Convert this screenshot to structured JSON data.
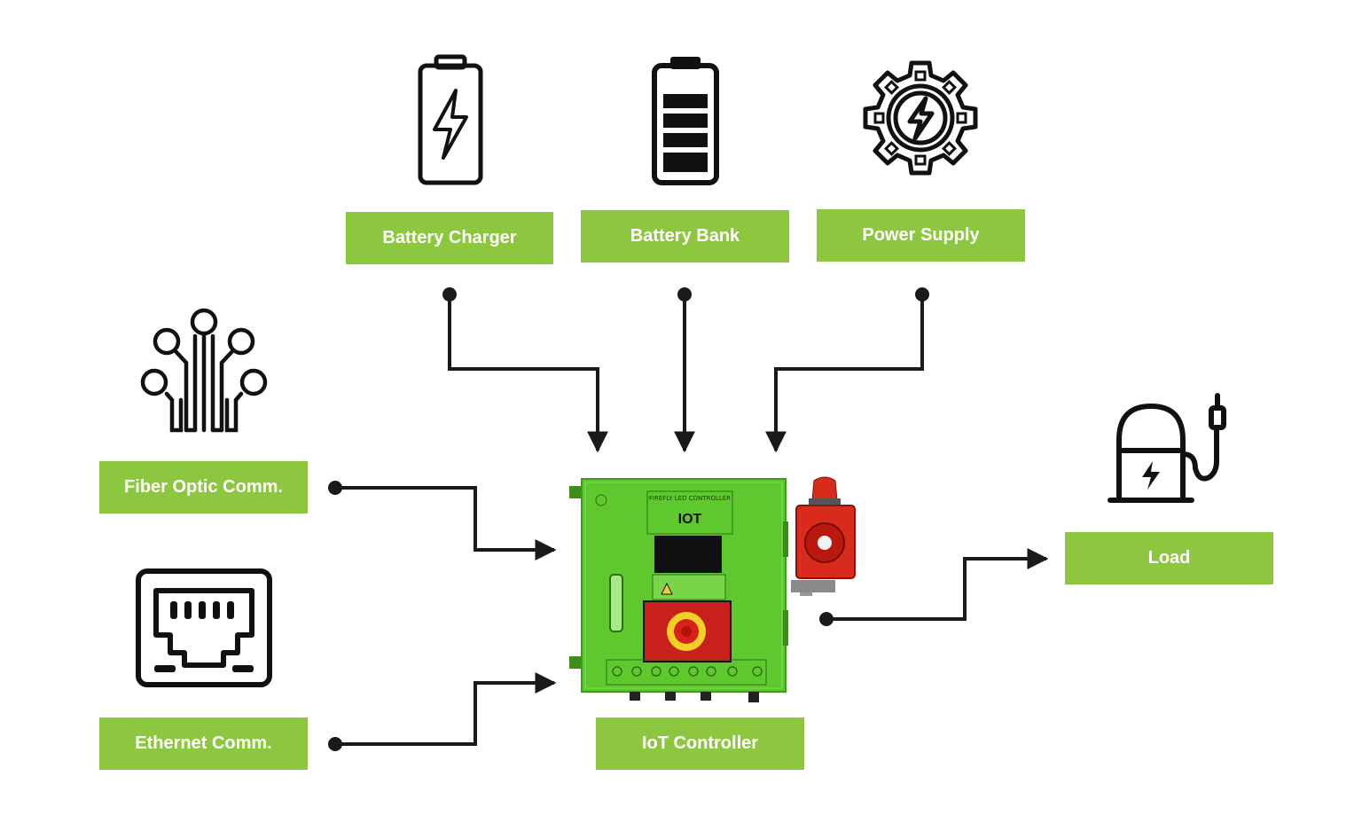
{
  "diagram": {
    "labels": {
      "battery_charger": "Battery Charger",
      "battery_bank": "Battery Bank",
      "power_supply": "Power Supply",
      "fiber_optic": "Fiber Optic Comm.",
      "ethernet": "Ethernet Comm.",
      "iot_controller": "IoT Controller",
      "load": "Load"
    },
    "device": {
      "panel_title": "FIREFLY LED CONTROLLER",
      "logo_text": "IOT"
    },
    "colors": {
      "label_bg": "#8dc63f",
      "label_text": "#ffffff",
      "connector": "#1a1a1a",
      "device_body": "#5ec82e",
      "beacon": "#d92b1c"
    },
    "icons": {
      "battery_charger": "battery-charging-icon",
      "battery_bank": "battery-full-icon",
      "power_supply": "gear-lightning-icon",
      "fiber_optic": "fiber-optic-icon",
      "ethernet": "ethernet-port-icon",
      "load": "ev-charging-station-icon"
    }
  }
}
